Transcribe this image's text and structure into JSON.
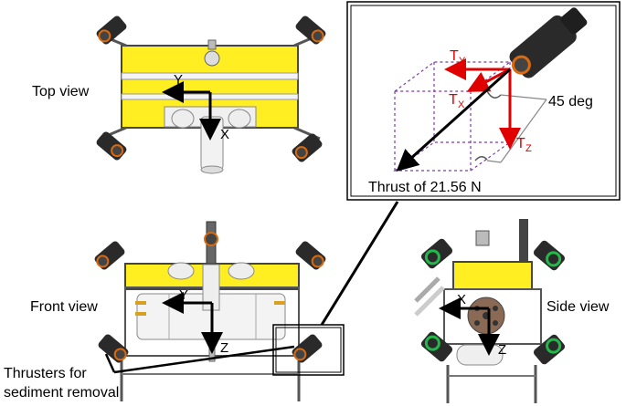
{
  "views": {
    "top": "Top view",
    "front": "Front view",
    "side": "Side view"
  },
  "axes": {
    "top_y": "Y",
    "top_x": "X",
    "front_y": "Y",
    "front_z": "Z",
    "side_x": "X",
    "side_z": "Z"
  },
  "callout": {
    "ty_main": "T",
    "ty_sub": "Y",
    "tx_main": "T",
    "tx_sub": "X",
    "tz_main": "T",
    "tz_sub": "Z",
    "angle": "45 deg",
    "thrust": "Thrust of 21.56 N"
  },
  "thruster_label": {
    "line1": "Thrusters for",
    "line2": "sediment removal"
  },
  "colors": {
    "yellow_panel": "#ffee22",
    "frame": "#555555",
    "thruster_body": "#2a2a2a",
    "thruster_accent": "#d96a10",
    "force": "#e00000",
    "box_dash": "#7a3fa0",
    "green_ring": "#22b84a"
  }
}
